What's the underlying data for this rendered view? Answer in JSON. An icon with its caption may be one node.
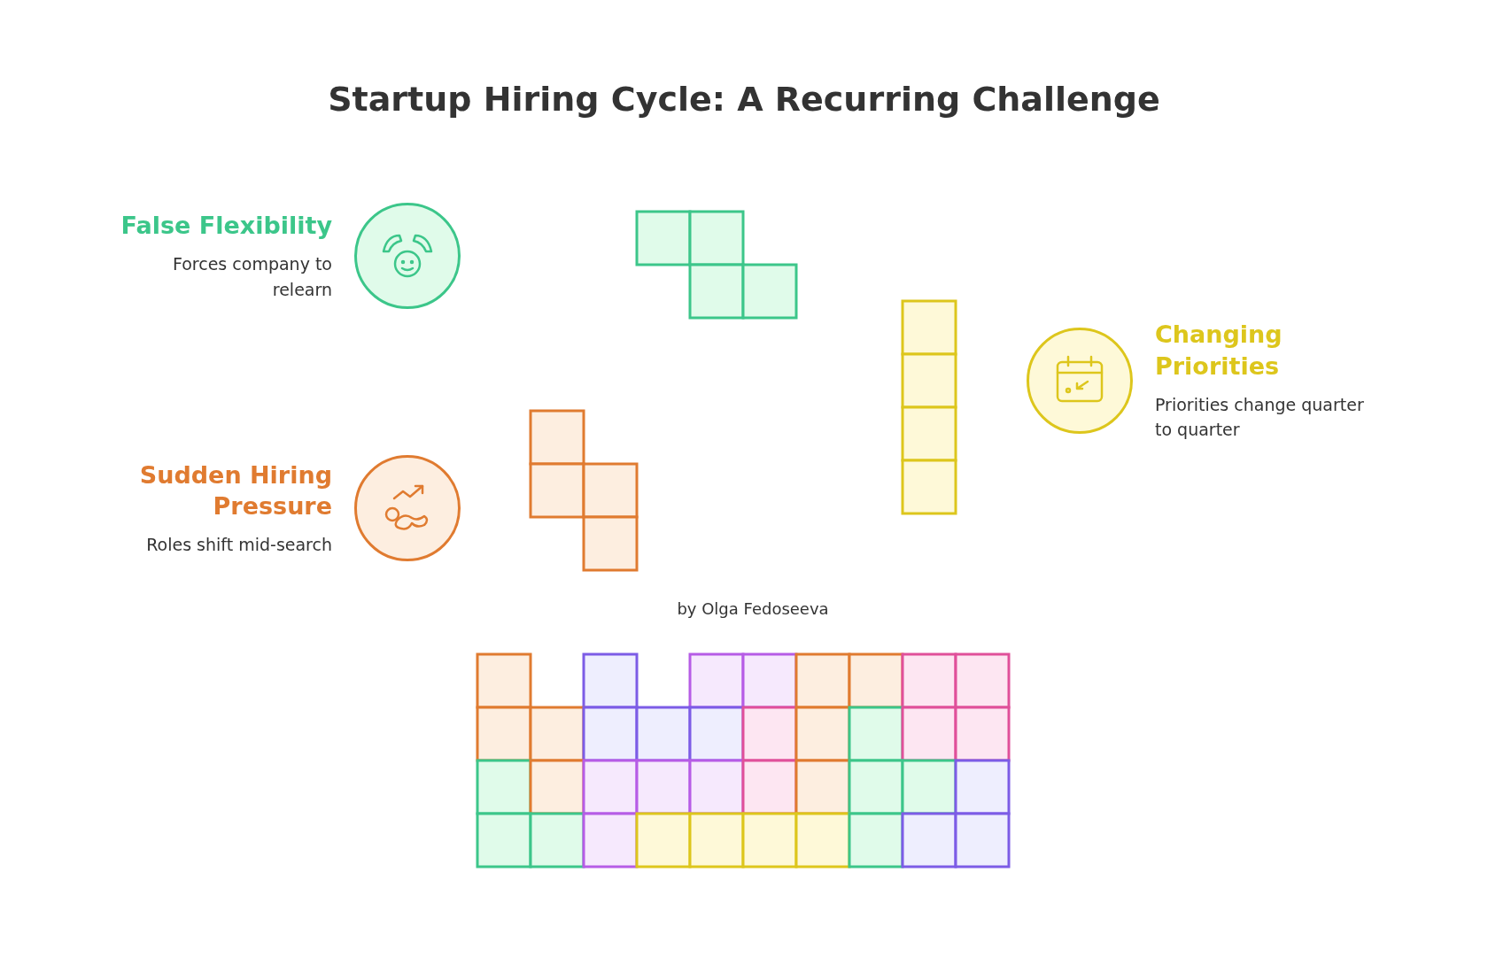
{
  "diagram": {
    "title": "Startup Hiring Cycle: A Recurring Challenge",
    "nodes": [
      {
        "text": [
          "False Flexibility",
          "Forces company to relearn"
        ]
      },
      {
        "text": [
          "Sudden Hiring Pressure",
          "Roles shift mid-search"
        ]
      },
      {
        "text": [
          "Changing Priorities",
          "Priorities change quarter to quarter"
        ]
      }
    ],
    "labels": [
      "by Olga Fedoseeva"
    ]
  }
}
